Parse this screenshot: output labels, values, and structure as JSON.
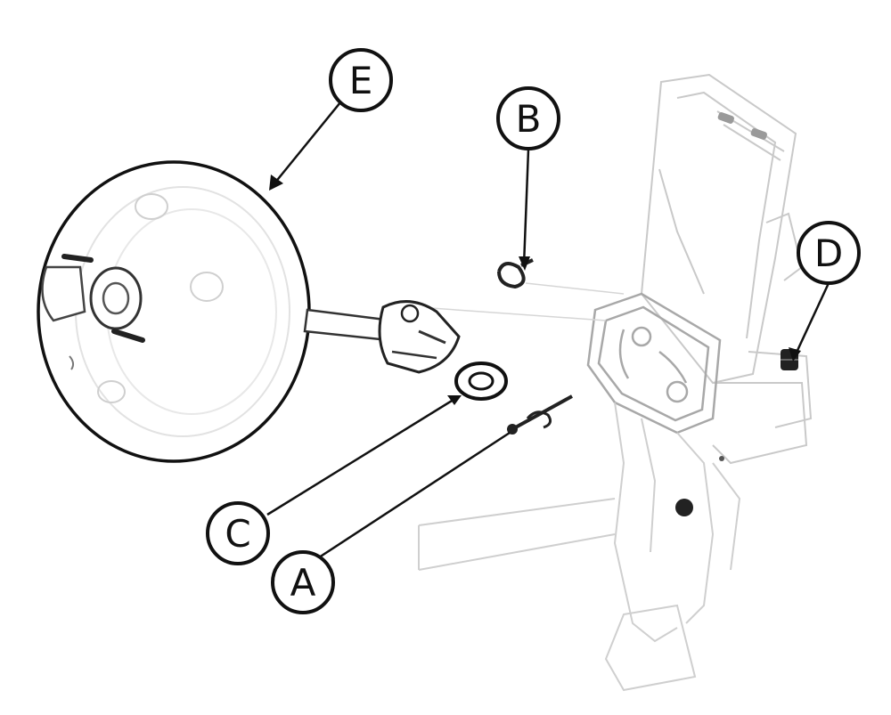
{
  "figure": {
    "callouts": [
      {
        "id": "E",
        "label": "E"
      },
      {
        "id": "B",
        "label": "B"
      },
      {
        "id": "D",
        "label": "D"
      },
      {
        "id": "C",
        "label": "C"
      },
      {
        "id": "A",
        "label": "A"
      }
    ]
  }
}
